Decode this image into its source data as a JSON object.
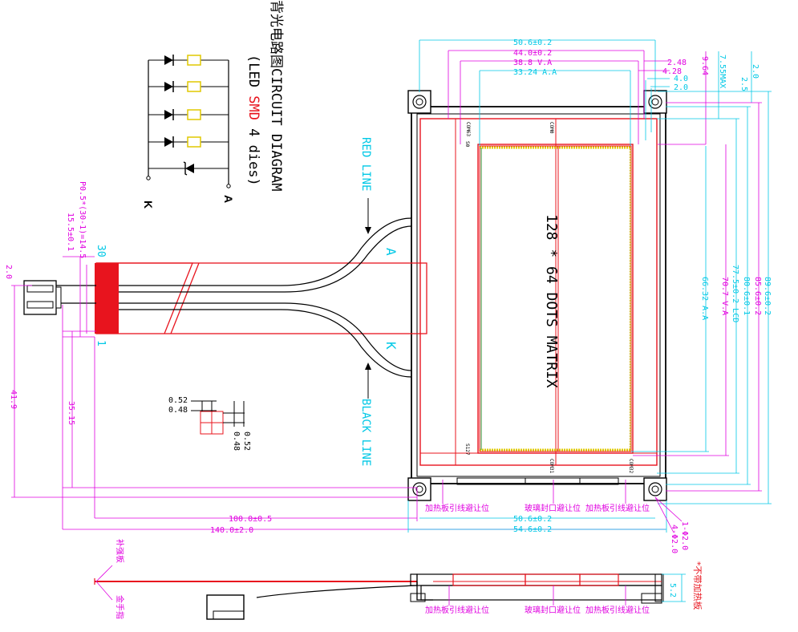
{
  "colors": {
    "outline": "#000000",
    "panel": "#e8141e",
    "dimension": "#e000e0",
    "dimension_alt": "#00c8e6",
    "connector_red": "#e8141e",
    "annotation": "#8a4bff",
    "active_area_edge": "#e0c800"
  },
  "circuit": {
    "title_cn": "背光电路图",
    "title_en": "CIRCUIT DIAGRAM",
    "paren_open": "(LED ",
    "smd": "SMD",
    "paren_close": " 4 dies)",
    "k_label": "K",
    "a_label": "A"
  },
  "panel": {
    "matrix_label": "128 * 64 DOTS MATRIX",
    "com0": "COM0",
    "com63": "COM63",
    "seg0": "S0",
    "seg127": "S127",
    "com32": "COM32",
    "com31": "COM31"
  },
  "lines": {
    "red_line": "RED LINE",
    "black_line": "BLACK LINE",
    "a_pad": "A",
    "k_pad": "K"
  },
  "fpc": {
    "pin_pitch": "P0.5*(30-1)=14.5",
    "width": "15.5±0.1",
    "pin_30": "30",
    "pin_1": "1"
  },
  "top_dims": {
    "d1": "50.6±0.2",
    "d2": "44.0±0.2",
    "d3": "38.8 V.A",
    "d4": "33.24 A.A",
    "d5": "2.48",
    "d6": "4.28",
    "d7": "4.0",
    "d8": "2.0",
    "d9": "9.64",
    "d10": "7.55MAX",
    "d11": "2.0",
    "d12": "2.5"
  },
  "right_dims": {
    "r1": "89.6±0.2",
    "r2": "85.6±0.2",
    "r3": "80.6±0.1",
    "r4": "77.5±0.2 LCD",
    "r5": "70.7 V.A",
    "r6": "66.32 A.A"
  },
  "bottom_dims": {
    "b1": "100.0±0.5",
    "b2": "140.0±2.0",
    "b3": "50.6±0.2",
    "b4": "54.6±0.2",
    "b5": "1-Φ2.0",
    "b6": "4-Φ2.0"
  },
  "left_dims": {
    "l1": "2.0",
    "l2": "41.9",
    "l3": "35.15"
  },
  "pixel_dims": {
    "p1": "0.52",
    "p2": "0.48",
    "p3": "0.52",
    "p4": "0.48"
  },
  "notes": {
    "heater_wire_left": "加热板引线避让位",
    "glass_seal": "玻璃封口避让位",
    "heater_wire_right": "加热板引线避让位",
    "stiffener": "补强板",
    "gold_finger": "金手指",
    "no_heater": "*不带加热板",
    "side_heater_left": "加热板引线避让位",
    "side_glass_seal": "玻璃封口避让位",
    "side_heater_right": "加热板引线避让位",
    "side_thickness": "5.2"
  }
}
